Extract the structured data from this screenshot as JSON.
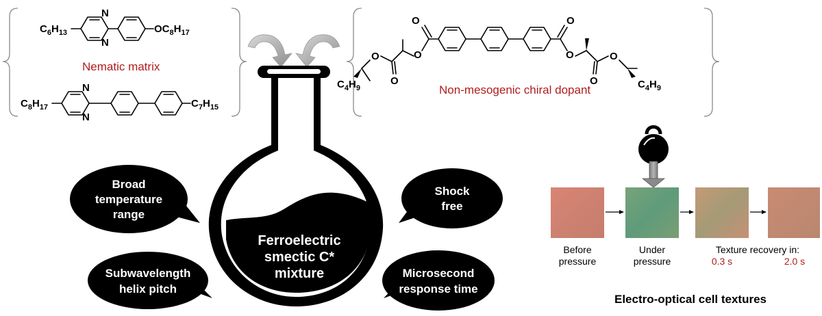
{
  "nematic_matrix": {
    "label": "Nematic matrix",
    "molecule1_left_tail": "C6H13",
    "molecule1_right_tail": "OC8H17",
    "molecule2_left_tail": "C8H17",
    "molecule2_right_tail": "C7H15"
  },
  "chiral_dopant": {
    "label": "Non-mesogenic chiral dopant",
    "left_tail": "C4H9",
    "right_tail": "C4H9"
  },
  "flask": {
    "line1": "Ferroelectric",
    "line2": "smectic C*",
    "line3": "mixture"
  },
  "bubbles": {
    "temperature": [
      "Broad",
      "temperature",
      "range"
    ],
    "pitch": [
      "Subwavelength",
      "helix pitch"
    ],
    "shock": [
      "Shock",
      "free"
    ],
    "response": [
      "Microsecond",
      "response time"
    ]
  },
  "textures": {
    "title": "Electro-optical cell textures",
    "before": [
      "Before",
      "pressure"
    ],
    "under": [
      "Under",
      "pressure"
    ],
    "recovery_label": "Texture recovery in:",
    "time1": "0.3 s",
    "time2": "2.0 s",
    "colors": [
      "#cf7f70",
      "#6b9e78",
      "#b49874",
      "#c18870"
    ]
  },
  "atoms": {
    "N": "N",
    "O": "O"
  }
}
